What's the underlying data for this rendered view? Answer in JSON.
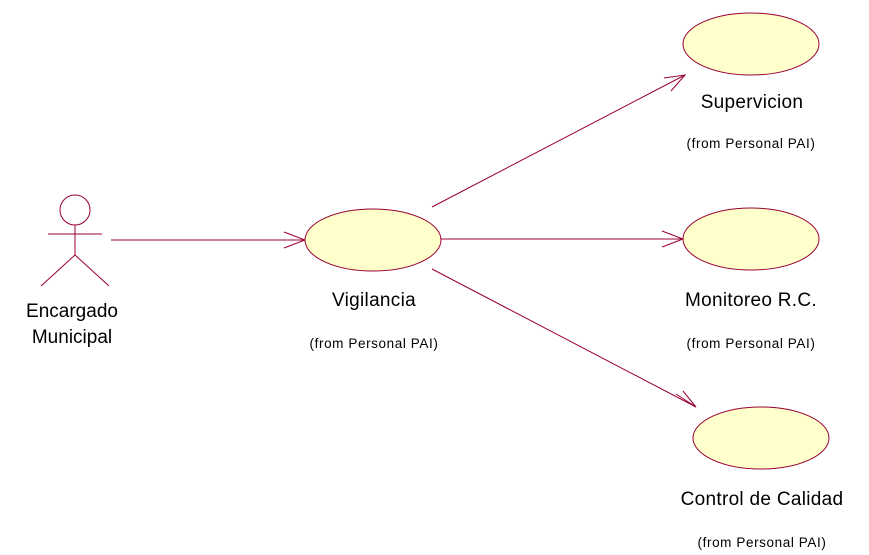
{
  "diagram": {
    "type": "uml-use-case",
    "colors": {
      "line": "#990033",
      "usecase_fill": "#ffffcc",
      "text": "#000000"
    },
    "actor": {
      "name_line1": "Encargado",
      "name_line2": "Municipal"
    },
    "use_cases": [
      {
        "id": "vigilancia",
        "name": "Vigilancia",
        "package": "(from Personal PAI)"
      },
      {
        "id": "supervicion",
        "name": "Supervicion",
        "package": "(from Personal PAI)"
      },
      {
        "id": "monitoreo",
        "name": "Monitoreo R.C.",
        "package": "(from Personal PAI)"
      },
      {
        "id": "control",
        "name": "Control de Calidad",
        "package": "(from Personal PAI)"
      }
    ],
    "associations": [
      {
        "from": "actor",
        "to": "vigilancia"
      },
      {
        "from": "vigilancia",
        "to": "supervicion"
      },
      {
        "from": "vigilancia",
        "to": "monitoreo"
      },
      {
        "from": "vigilancia",
        "to": "control"
      }
    ]
  }
}
